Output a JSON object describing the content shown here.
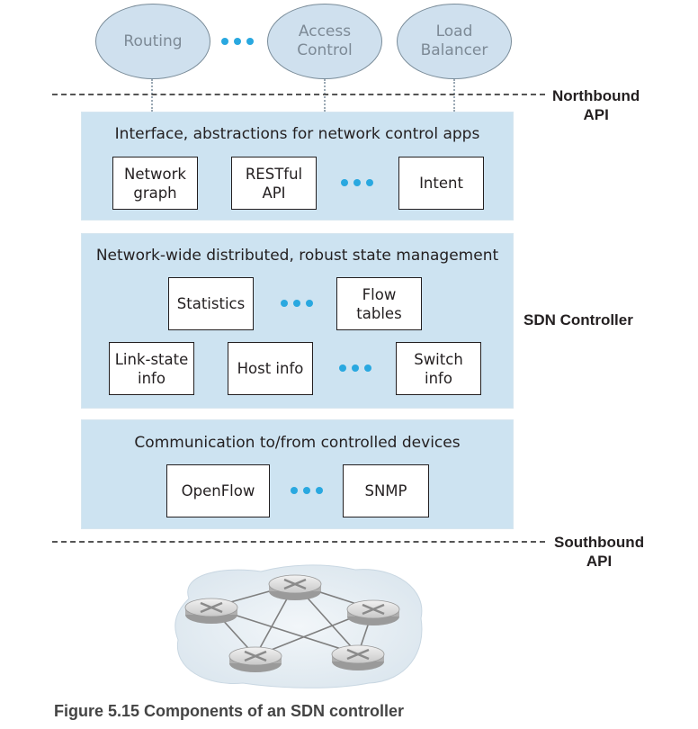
{
  "apps": {
    "routing": "Routing",
    "access_control": "Access\nControl",
    "load_balancer": "Load\nBalancer"
  },
  "labels": {
    "northbound": "Northbound\nAPI",
    "southbound": "Southbound\nAPI",
    "sdn_controller": "SDN Controller"
  },
  "interface_layer": {
    "title": "Interface, abstractions for  network control apps",
    "network_graph": "Network\ngraph",
    "restful_api": "RESTful\nAPI",
    "intent": "Intent"
  },
  "state_layer": {
    "title": "Network-wide distributed, robust state management",
    "statistics": "Statistics",
    "flow_tables": "Flow\ntables",
    "link_state_info": "Link-state\ninfo",
    "host_info": "Host info",
    "switch_info": "Switch\ninfo"
  },
  "communication_layer": {
    "title": "Communication to/from controlled devices",
    "openflow": "OpenFlow",
    "snmp": "SNMP"
  },
  "caption": "Figure 5.15 Components of an SDN controller",
  "colors": {
    "panel": "#cde3f1",
    "oval": "#cfe0ee",
    "dots": "#29a8e0"
  }
}
